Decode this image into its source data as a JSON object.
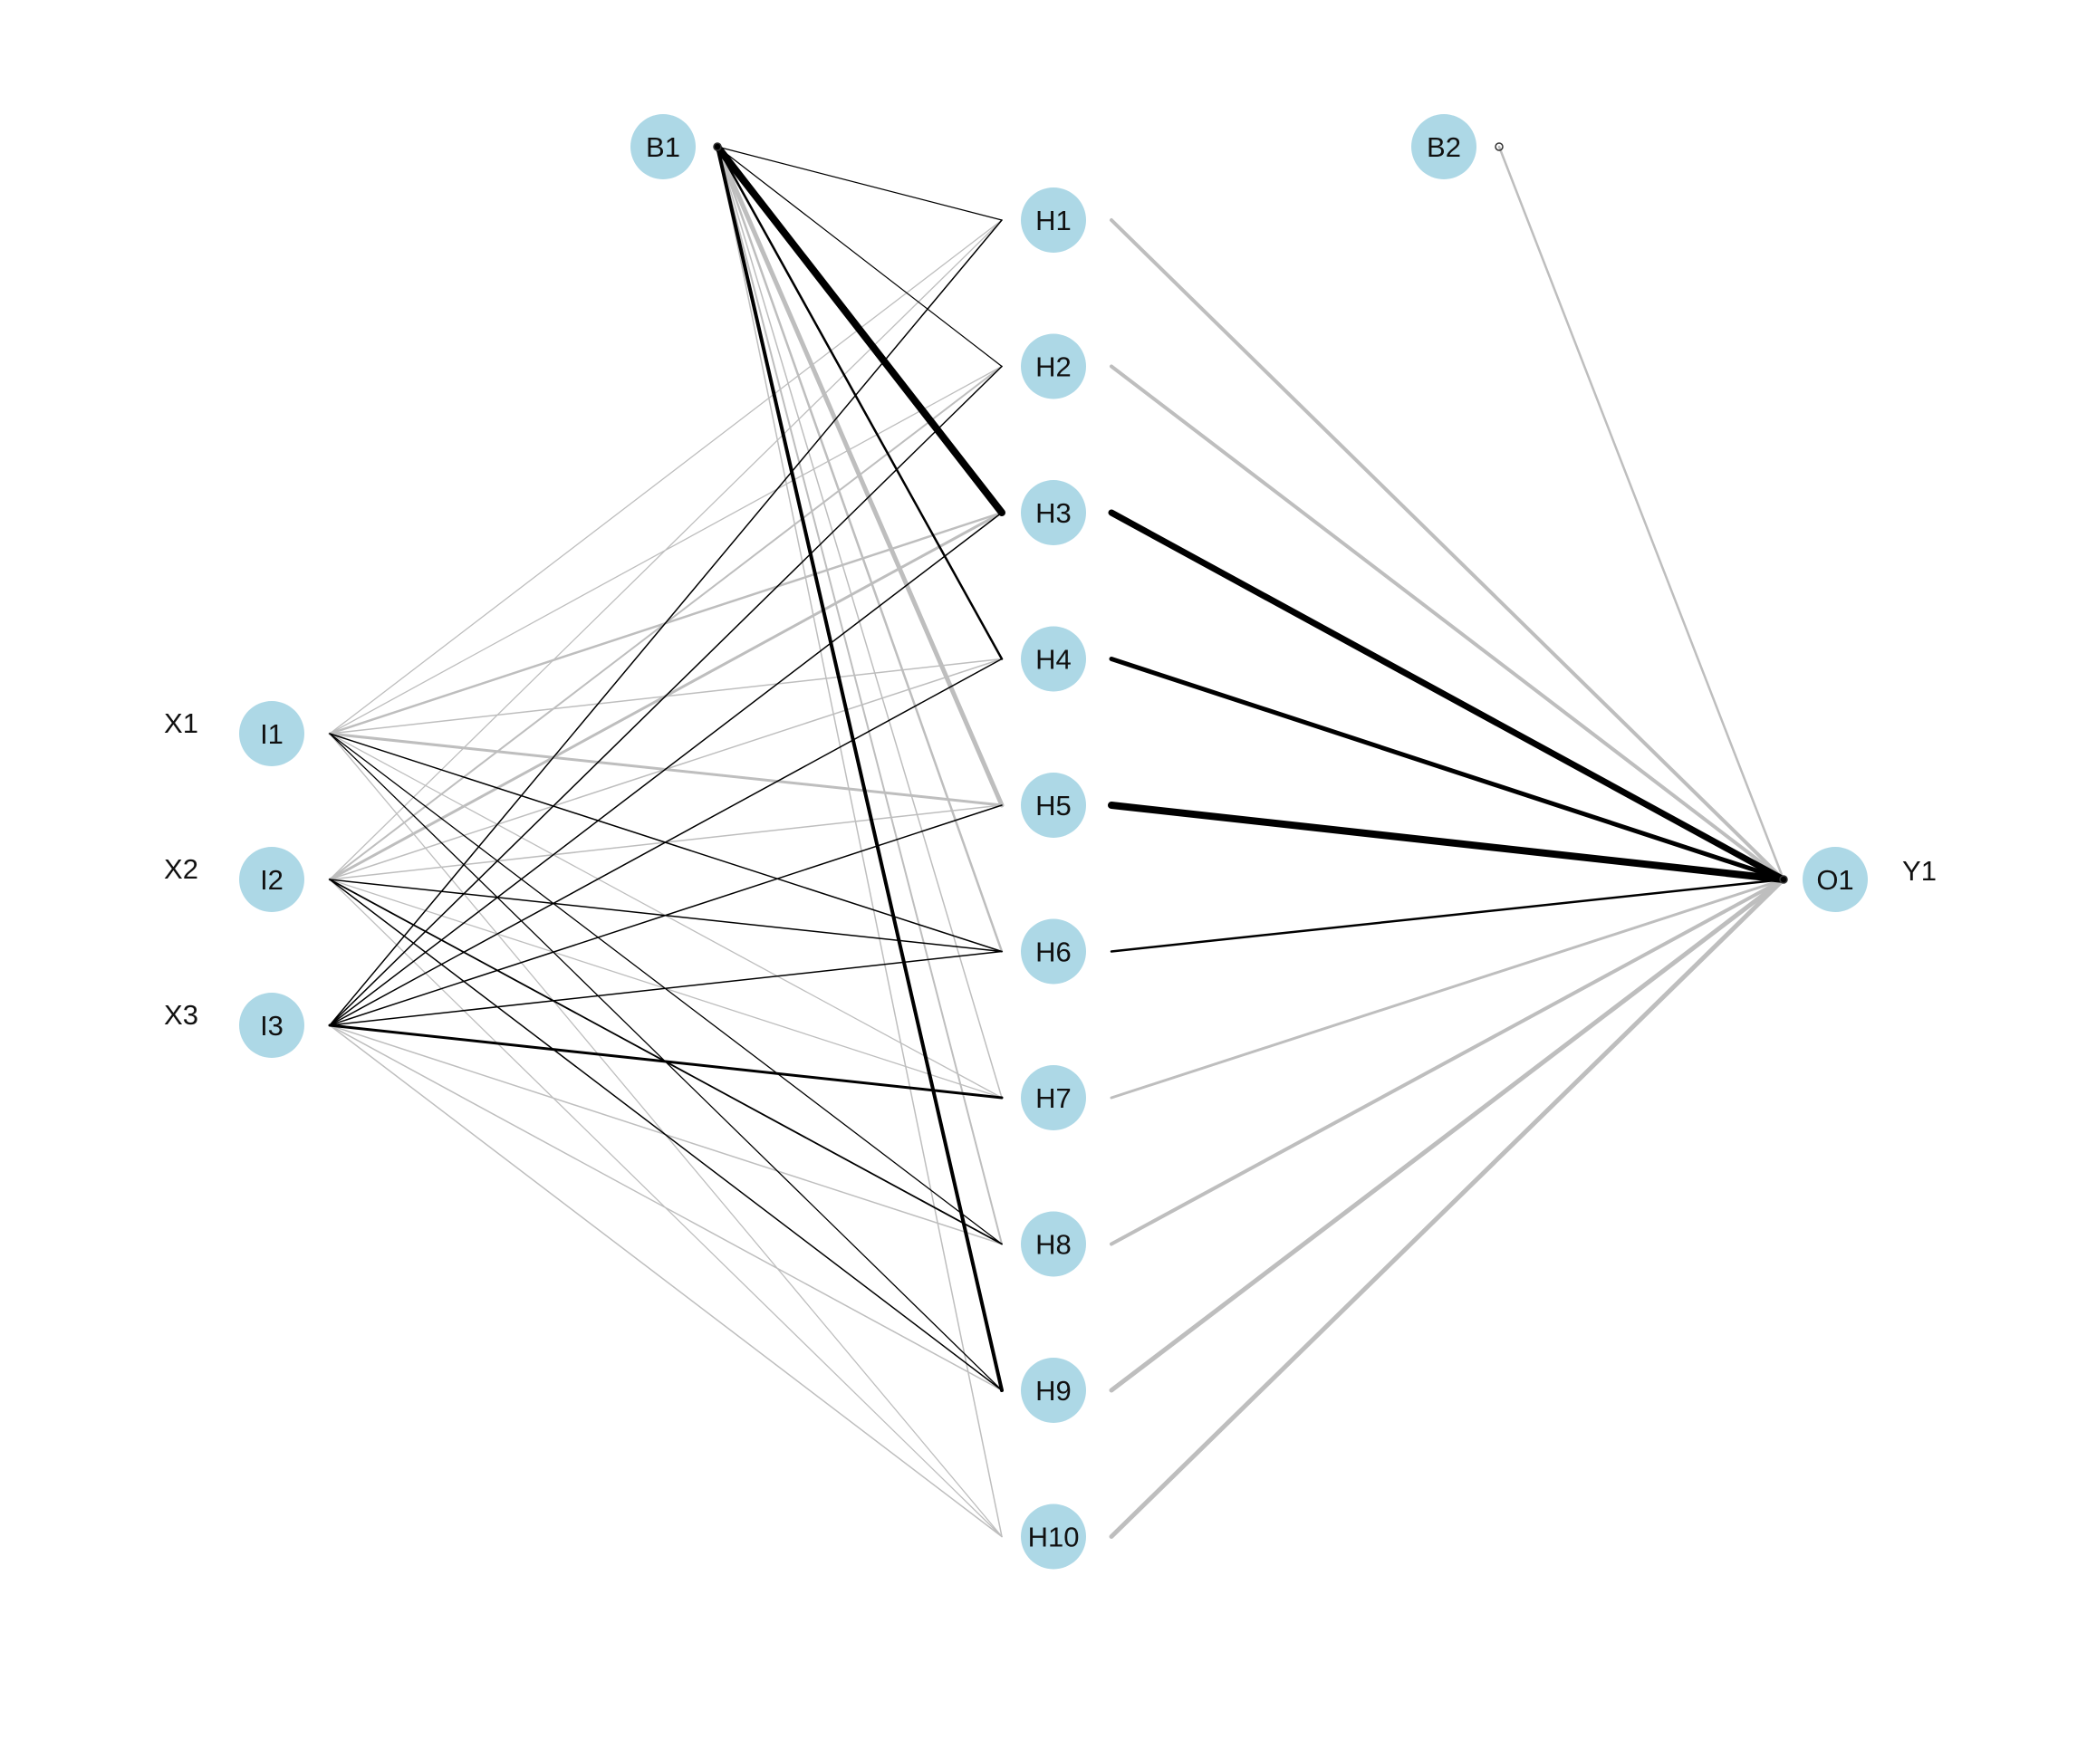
{
  "diagram": {
    "type": "neural-network",
    "colors": {
      "node_fill": "#ADD8E6",
      "positive_weight": "#000000",
      "negative_weight": "#BEBEBE",
      "text": "#111111"
    },
    "layers": {
      "input": [
        {
          "id": "I1",
          "label": "I1",
          "var": "X1"
        },
        {
          "id": "I2",
          "label": "I2",
          "var": "X2"
        },
        {
          "id": "I3",
          "label": "I3",
          "var": "X3"
        }
      ],
      "hidden": [
        {
          "id": "H1",
          "label": "H1"
        },
        {
          "id": "H2",
          "label": "H2"
        },
        {
          "id": "H3",
          "label": "H3"
        },
        {
          "id": "H4",
          "label": "H4"
        },
        {
          "id": "H5",
          "label": "H5"
        },
        {
          "id": "H6",
          "label": "H6"
        },
        {
          "id": "H7",
          "label": "H7"
        },
        {
          "id": "H8",
          "label": "H8"
        },
        {
          "id": "H9",
          "label": "H9"
        },
        {
          "id": "H10",
          "label": "H10"
        }
      ],
      "output": [
        {
          "id": "O1",
          "label": "O1",
          "var": "Y1"
        }
      ],
      "bias": [
        {
          "id": "B1",
          "label": "B1"
        },
        {
          "id": "B2",
          "label": "B2"
        }
      ]
    },
    "edges": [
      {
        "from": "B1",
        "to": "H1",
        "sign": "pos",
        "strength": 1.2
      },
      {
        "from": "B1",
        "to": "H2",
        "sign": "pos",
        "strength": 1.2
      },
      {
        "from": "B1",
        "to": "H3",
        "sign": "pos",
        "strength": 8
      },
      {
        "from": "B1",
        "to": "H4",
        "sign": "pos",
        "strength": 2.5
      },
      {
        "from": "B1",
        "to": "H5",
        "sign": "neg",
        "strength": 5
      },
      {
        "from": "B1",
        "to": "H6",
        "sign": "neg",
        "strength": 2.5
      },
      {
        "from": "B1",
        "to": "H7",
        "sign": "neg",
        "strength": 1.5
      },
      {
        "from": "B1",
        "to": "H8",
        "sign": "neg",
        "strength": 2
      },
      {
        "from": "B1",
        "to": "H9",
        "sign": "pos",
        "strength": 4
      },
      {
        "from": "B1",
        "to": "H10",
        "sign": "neg",
        "strength": 1.5
      },
      {
        "from": "I1",
        "to": "H1",
        "sign": "neg",
        "strength": 1.3
      },
      {
        "from": "I1",
        "to": "H2",
        "sign": "neg",
        "strength": 1.3
      },
      {
        "from": "I1",
        "to": "H3",
        "sign": "neg",
        "strength": 2.5
      },
      {
        "from": "I1",
        "to": "H4",
        "sign": "neg",
        "strength": 1.5
      },
      {
        "from": "I1",
        "to": "H5",
        "sign": "neg",
        "strength": 3
      },
      {
        "from": "I1",
        "to": "H6",
        "sign": "pos",
        "strength": 1.5
      },
      {
        "from": "I1",
        "to": "H7",
        "sign": "neg",
        "strength": 1.3
      },
      {
        "from": "I1",
        "to": "H8",
        "sign": "pos",
        "strength": 1.3
      },
      {
        "from": "I1",
        "to": "H9",
        "sign": "pos",
        "strength": 1.3
      },
      {
        "from": "I1",
        "to": "H10",
        "sign": "neg",
        "strength": 1.3
      },
      {
        "from": "I2",
        "to": "H1",
        "sign": "neg",
        "strength": 1.3
      },
      {
        "from": "I2",
        "to": "H2",
        "sign": "neg",
        "strength": 2
      },
      {
        "from": "I2",
        "to": "H3",
        "sign": "neg",
        "strength": 3
      },
      {
        "from": "I2",
        "to": "H4",
        "sign": "neg",
        "strength": 1.5
      },
      {
        "from": "I2",
        "to": "H5",
        "sign": "neg",
        "strength": 1.5
      },
      {
        "from": "I2",
        "to": "H6",
        "sign": "pos",
        "strength": 1.5
      },
      {
        "from": "I2",
        "to": "H7",
        "sign": "neg",
        "strength": 1.3
      },
      {
        "from": "I2",
        "to": "H8",
        "sign": "pos",
        "strength": 1.8
      },
      {
        "from": "I2",
        "to": "H9",
        "sign": "pos",
        "strength": 1.5
      },
      {
        "from": "I2",
        "to": "H10",
        "sign": "neg",
        "strength": 1.3
      },
      {
        "from": "I3",
        "to": "H1",
        "sign": "pos",
        "strength": 1.5
      },
      {
        "from": "I3",
        "to": "H2",
        "sign": "pos",
        "strength": 1.5
      },
      {
        "from": "I3",
        "to": "H3",
        "sign": "pos",
        "strength": 1.5
      },
      {
        "from": "I3",
        "to": "H4",
        "sign": "pos",
        "strength": 1.5
      },
      {
        "from": "I3",
        "to": "H5",
        "sign": "pos",
        "strength": 1.5
      },
      {
        "from": "I3",
        "to": "H6",
        "sign": "pos",
        "strength": 1.5
      },
      {
        "from": "I3",
        "to": "H7",
        "sign": "pos",
        "strength": 3
      },
      {
        "from": "I3",
        "to": "H8",
        "sign": "neg",
        "strength": 1.5
      },
      {
        "from": "I3",
        "to": "H9",
        "sign": "neg",
        "strength": 1.5
      },
      {
        "from": "I3",
        "to": "H10",
        "sign": "neg",
        "strength": 1.5
      },
      {
        "from": "B2",
        "to": "O1",
        "sign": "neg",
        "strength": 2.5
      },
      {
        "from": "H1",
        "to": "O1",
        "sign": "neg",
        "strength": 4
      },
      {
        "from": "H2",
        "to": "O1",
        "sign": "neg",
        "strength": 4
      },
      {
        "from": "H3",
        "to": "O1",
        "sign": "pos",
        "strength": 7
      },
      {
        "from": "H4",
        "to": "O1",
        "sign": "pos",
        "strength": 5
      },
      {
        "from": "H5",
        "to": "O1",
        "sign": "pos",
        "strength": 8
      },
      {
        "from": "H6",
        "to": "O1",
        "sign": "pos",
        "strength": 2.5
      },
      {
        "from": "H7",
        "to": "O1",
        "sign": "neg",
        "strength": 3
      },
      {
        "from": "H8",
        "to": "O1",
        "sign": "neg",
        "strength": 4
      },
      {
        "from": "H9",
        "to": "O1",
        "sign": "neg",
        "strength": 5
      },
      {
        "from": "H10",
        "to": "O1",
        "sign": "neg",
        "strength": 5
      }
    ]
  }
}
